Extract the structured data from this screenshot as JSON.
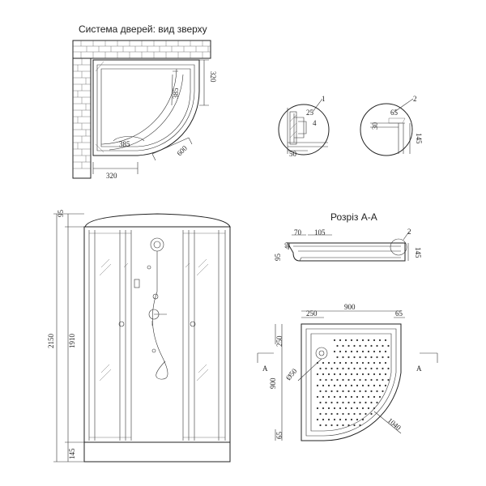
{
  "door_system": {
    "title": "Система дверей: вид зверху",
    "dims": [
      "385",
      "385",
      "600",
      "320",
      "320"
    ]
  },
  "detail_1": {
    "marker": "1",
    "dims": [
      "25",
      "4",
      "50"
    ]
  },
  "detail_2": {
    "marker": "2",
    "dims": [
      "65",
      "30",
      "145"
    ]
  },
  "front_view": {
    "dims": [
      "95",
      "1910",
      "2150",
      "145"
    ]
  },
  "section": {
    "title": "Розріз А-А",
    "marker": "2",
    "dims": [
      "70",
      "105",
      "40",
      "95",
      "145"
    ]
  },
  "tray_plan": {
    "dims": [
      "900",
      "250",
      "65",
      "250",
      "Ø50",
      "900",
      "65",
      "1040"
    ],
    "section_marks": [
      "A",
      "A"
    ]
  }
}
